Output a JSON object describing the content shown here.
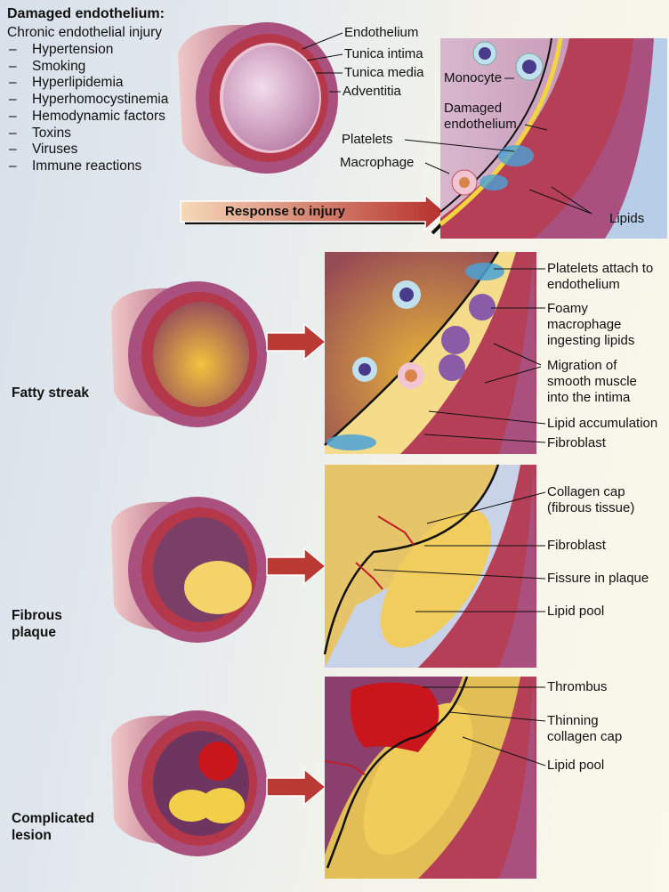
{
  "intro": {
    "title": "Damaged endothelium:",
    "subtitle": "Chronic endothelial injury",
    "risk_factors": [
      "Hypertension",
      "Smoking",
      "Hyperlipidemia",
      "Hyperhomocystinemia",
      "Hemodynamic factors",
      "Toxins",
      "Viruses",
      "Immune reactions"
    ],
    "dash": "–"
  },
  "vessel_layers": [
    "Endothelium",
    "Tunica intima",
    "Tunica media",
    "Adventitia"
  ],
  "response_arrow": {
    "label": "Response to injury"
  },
  "injury_panel": {
    "labels": [
      "Monocyte",
      "Damaged endothelium",
      "Platelets",
      "Macrophage",
      "Lipids"
    ],
    "damaged_line1": "Damaged",
    "damaged_line2": "endothelium"
  },
  "stages": [
    {
      "name_lines": [
        "Fatty streak"
      ],
      "labels": [
        [
          "Platelets attach to",
          "endothelium"
        ],
        [
          "Foamy",
          "macrophage",
          "ingesting lipids"
        ],
        [
          "Migration of",
          "smooth muscle",
          "into the intima"
        ],
        [
          "Lipid accumulation"
        ],
        [
          "Fibroblast"
        ]
      ]
    },
    {
      "name_lines": [
        "Fibrous",
        "plaque"
      ],
      "labels": [
        [
          "Collagen cap",
          "(fibrous tissue)"
        ],
        [
          "Fibroblast"
        ],
        [
          "Fissure in plaque"
        ],
        [
          "Lipid pool"
        ]
      ]
    },
    {
      "name_lines": [
        "Complicated",
        "lesion"
      ],
      "labels": [
        [
          "Thrombus"
        ],
        [
          "Thinning",
          "collagen cap"
        ],
        [
          "Lipid pool"
        ]
      ]
    }
  ],
  "colors": {
    "vessel_outer": "#a9507f",
    "vessel_media": "#b5374a",
    "lumen": "#d8a7c9",
    "lipid": "#f1c94a",
    "thrombus": "#c8161c",
    "arrow": "#b83a33",
    "platelet": "#4aa2d6"
  }
}
